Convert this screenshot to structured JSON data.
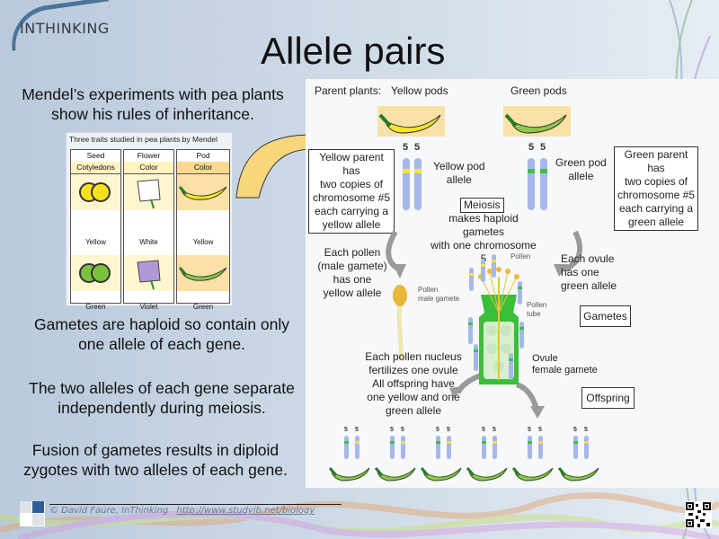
{
  "logo": {
    "text": "INTHINKING"
  },
  "title": "Allele pairs",
  "left_text": {
    "intro": [
      "Mendel’s experiments with pea plants",
      "show his rules of inheritance."
    ],
    "point1": [
      "Gametes are haploid so contain only",
      "one allele of each gene."
    ],
    "point2": [
      "The two alleles of each gene separate",
      "independently during meiosis."
    ],
    "point3": [
      "Fusion of gametes results in diploid",
      "zygotes with two alleles of each gene."
    ]
  },
  "trait_table": {
    "caption": "Three traits studied in pea plants by Mendel",
    "columns": [
      {
        "header1": "Seed",
        "header2": "Cotyledons",
        "trait1": "Yellow",
        "trait2": "Green"
      },
      {
        "header1": "Flower",
        "header2": "Color",
        "trait1": "White",
        "trait2": "Violet"
      },
      {
        "header1": "Pod",
        "header2": "Color",
        "trait1": "Yellow",
        "trait2": "Green"
      }
    ]
  },
  "diagram": {
    "parent_label": "Parent plants:",
    "yellow_pods": "Yellow pods",
    "green_pods": "Green pods",
    "chromosome_number": "5",
    "yellow_parent": [
      "Yellow parent has",
      "two copies of",
      "chromosome #5",
      "each carrying a",
      "yellow allele"
    ],
    "green_parent": [
      "Green parent has",
      "two copies of",
      "chromosome #5",
      "each carrying a",
      "green allele"
    ],
    "yellow_pod_allele": [
      "Yellow pod",
      "allele"
    ],
    "green_pod_allele": [
      "Green pod",
      "allele"
    ],
    "meiosis": "Meiosis",
    "meiosis_desc": [
      "makes haploid gametes",
      "with one chromosome 5"
    ],
    "pollen_desc": [
      "Each pollen",
      "(male gamete)",
      "has one",
      "yellow allele"
    ],
    "ovule_desc": [
      "Each ovule",
      "has one",
      "green allele"
    ],
    "pollen_label": [
      "Pollen",
      "male gamete"
    ],
    "pollen_small": "Pollen",
    "pollen_tube": [
      "Pollen",
      "tube"
    ],
    "ovule_label": [
      "Ovule",
      "female gamete"
    ],
    "gametes": "Gametes",
    "offspring": "Offspring",
    "fertilize_desc": [
      "Each pollen nucleus",
      "fertilizes one ovule",
      "All offspring have",
      "one yellow and one",
      "green allele"
    ],
    "offspring_count": 6
  },
  "colors": {
    "yellow_allele": "#f2e33a",
    "green_allele": "#3fbf4a",
    "chromosome": "#a7b7e8",
    "pod_green": "#8cc84b",
    "pod_yellow": "#f5e52a",
    "arrow_fill": "#f8d77c"
  },
  "footer": {
    "credit": "© David Faure, InThinking",
    "link": "http://www.studyib.net/biology"
  }
}
